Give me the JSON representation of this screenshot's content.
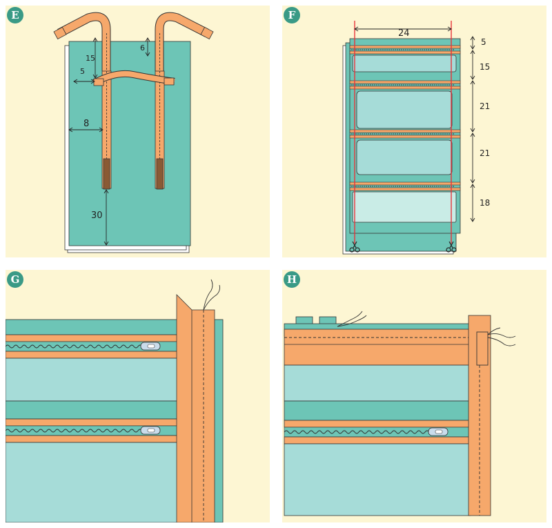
{
  "steps": {
    "e": {
      "badge": "E",
      "dims": {
        "d15": "15",
        "d6": "6",
        "d5": "5",
        "d8": "8",
        "d30": "30"
      }
    },
    "f": {
      "badge": "F",
      "dims": {
        "d24": "24",
        "d5": "5",
        "d15": "15",
        "d21a": "21",
        "d21b": "21",
        "d18": "18"
      }
    },
    "g": {
      "badge": "G"
    },
    "h": {
      "badge": "H"
    }
  },
  "colors": {
    "background": "#fdf6d3",
    "fabric_teal": "#6dc5b6",
    "pocket_light": "#a6dcd8",
    "strap_orange": "#f6a86b",
    "cut_line_red": "#e8333a",
    "badge_green": "#3a9a86"
  },
  "icons": [
    "scissors-icon",
    "zipper-pull-icon",
    "thread-end-icon"
  ]
}
